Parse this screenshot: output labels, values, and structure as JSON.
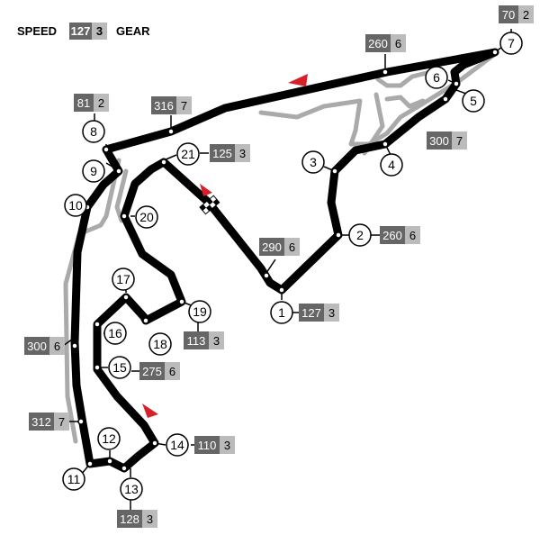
{
  "legend": {
    "speed_label": "SPEED",
    "gear_label": "GEAR",
    "speed_sample": "127",
    "gear_sample": "3"
  },
  "colors": {
    "track": "#000000",
    "runoff": "#aaaaaa",
    "speed_box": "#666666",
    "gear_box": "#bbbbbb",
    "arrow": "#d8202a"
  },
  "corners": [
    {
      "n": "1"
    },
    {
      "n": "2"
    },
    {
      "n": "3"
    },
    {
      "n": "4"
    },
    {
      "n": "5"
    },
    {
      "n": "6"
    },
    {
      "n": "7"
    },
    {
      "n": "8"
    },
    {
      "n": "9"
    },
    {
      "n": "10"
    },
    {
      "n": "11"
    },
    {
      "n": "12"
    },
    {
      "n": "13"
    },
    {
      "n": "14"
    },
    {
      "n": "15"
    },
    {
      "n": "16"
    },
    {
      "n": "17"
    },
    {
      "n": "18"
    },
    {
      "n": "19"
    },
    {
      "n": "20"
    },
    {
      "n": "21"
    }
  ],
  "speed_boxes": [
    {
      "speed": "127",
      "gear": "3"
    },
    {
      "speed": "260",
      "gear": "6"
    },
    {
      "speed": "290",
      "gear": "6"
    },
    {
      "speed": "300",
      "gear": "7"
    },
    {
      "speed": "70",
      "gear": "2"
    },
    {
      "speed": "260",
      "gear": "6"
    },
    {
      "speed": "316",
      "gear": "7"
    },
    {
      "speed": "81",
      "gear": "2"
    },
    {
      "speed": "125",
      "gear": "3"
    },
    {
      "speed": "300",
      "gear": "6"
    },
    {
      "speed": "312",
      "gear": "7"
    },
    {
      "speed": "128",
      "gear": "3"
    },
    {
      "speed": "110",
      "gear": "3"
    },
    {
      "speed": "275",
      "gear": "6"
    },
    {
      "speed": "113",
      "gear": "3"
    }
  ]
}
